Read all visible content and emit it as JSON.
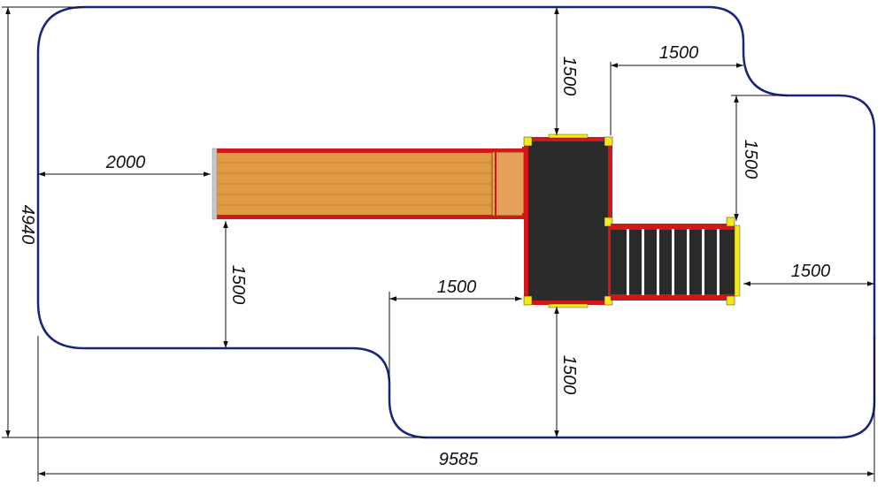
{
  "dimensions": {
    "total_width": "9585",
    "total_height": "4940",
    "slide_offset_left": "2000",
    "slide_clearance_below": "1500",
    "tower_clearance_top": "1500",
    "tower_clearance_bottom": "1500",
    "tower_clearance_left": "1500",
    "ladder_clearance_top_width": "1500",
    "ladder_clearance_top_height": "1500",
    "ladder_clearance_right": "1500"
  },
  "colors": {
    "zone_outline": "#1a237e",
    "slide_wood": "#e09a45",
    "slide_wood_dark": "#c97d2c",
    "frame_red": "#d31616",
    "platform": "#2b2b2b",
    "post_yellow": "#f4e81a",
    "ladder_dark": "#2a2a2a"
  }
}
